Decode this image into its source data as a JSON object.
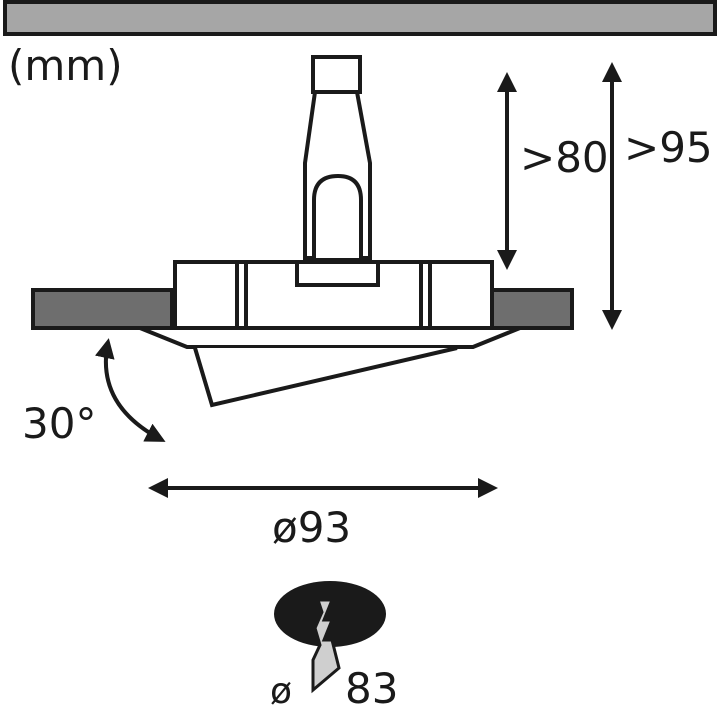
{
  "diagram": {
    "unit_label": "(mm)",
    "dimensions": {
      "min_depth": ">80",
      "min_height": ">95",
      "tilt_angle": "30°",
      "outer_diameter": "ø93",
      "cutout_diameter_symbol": "ø",
      "cutout_diameter_value": "83"
    },
    "colors": {
      "line": "#1a1a1a",
      "ceiling_fill": "#a6a6a6",
      "pad_fill": "#6e6e6e",
      "cutout_fill": "#1a1a1a",
      "crack_fill": "#cfcfcf"
    }
  }
}
